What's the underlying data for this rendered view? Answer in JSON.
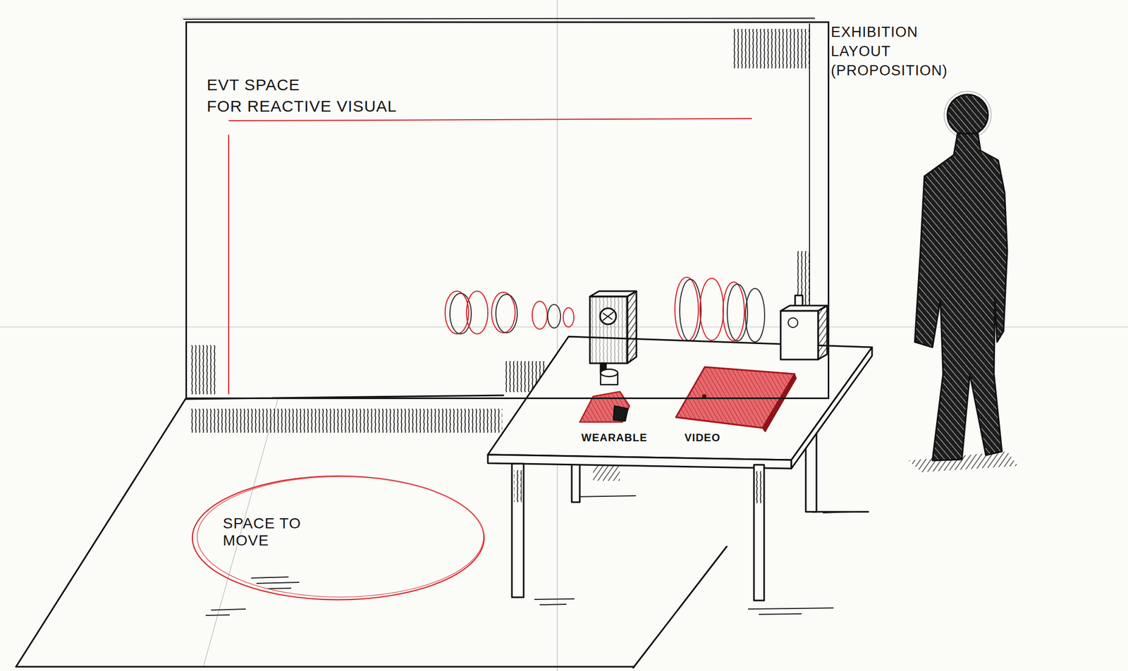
{
  "diagram": {
    "title": "EXHIBITION LAYOUT (PROPOSITION)",
    "nodes": [
      {
        "text": [
          "EVT SPACE",
          "FOR REACTIVE VISUAL"
        ]
      },
      {
        "text": [
          "SPACE TO MOVE"
        ]
      }
    ],
    "labels": [
      "WEARABLE",
      "VIDEO"
    ]
  }
}
